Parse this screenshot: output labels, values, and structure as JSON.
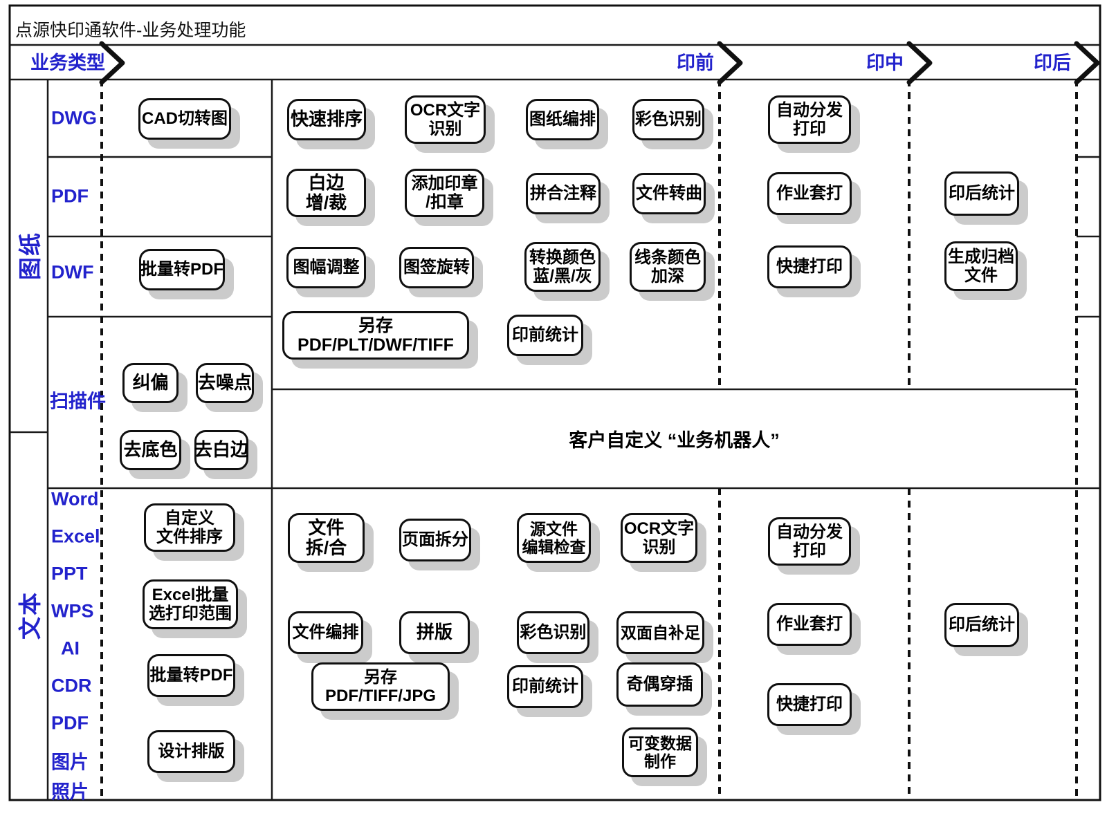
{
  "title": "点源快印通软件-业务处理功能",
  "header": {
    "business_type": "业务类型",
    "stages": [
      {
        "id": "prepress",
        "label": "印前"
      },
      {
        "id": "inpress",
        "label": "印中"
      },
      {
        "id": "postpress",
        "label": "印后"
      }
    ]
  },
  "groups": [
    {
      "id": "drawing",
      "label": "图纸"
    },
    {
      "id": "text",
      "label": "文本"
    }
  ],
  "rows": {
    "drawing": [
      {
        "id": "dwg",
        "label": "DWG"
      },
      {
        "id": "pdf",
        "label": "PDF"
      },
      {
        "id": "dwf",
        "label": "DWF"
      },
      {
        "id": "scan",
        "label": "扫描件"
      }
    ],
    "text": [
      {
        "id": "word",
        "label": "Word"
      },
      {
        "id": "excel",
        "label": "Excel"
      },
      {
        "id": "ppt",
        "label": "PPT"
      },
      {
        "id": "wps",
        "label": "WPS"
      },
      {
        "id": "ai",
        "label": "AI"
      },
      {
        "id": "cdr",
        "label": "CDR"
      },
      {
        "id": "pdf2",
        "label": "PDF"
      },
      {
        "id": "image",
        "label": "图片"
      },
      {
        "id": "photo",
        "label": "照片"
      }
    ]
  },
  "robot_note": "客户自定义 “业务机器人”",
  "colors": {
    "accent_blue": "#2222CC",
    "shadow_gray": "#cbcbcb",
    "line_black": "#101010"
  },
  "boxes": [
    {
      "id": "cad-cut-convert",
      "label": "CAD切转图"
    },
    {
      "id": "batch-to-pdf-drawing",
      "label": "批量转PDF"
    },
    {
      "id": "deskew",
      "label": "纠偏"
    },
    {
      "id": "denoise",
      "label": "去噪点"
    },
    {
      "id": "remove-background",
      "label": "去底色"
    },
    {
      "id": "remove-white-edge",
      "label": "去白边"
    },
    {
      "id": "quick-sort",
      "label": "快速排序"
    },
    {
      "id": "ocr-drawing",
      "label": "OCR文字\n识别"
    },
    {
      "id": "drawing-arrange",
      "label": "图纸编排"
    },
    {
      "id": "color-detect-drawing",
      "label": "彩色识别"
    },
    {
      "id": "white-edge-adjust",
      "label": "白边\n增/裁"
    },
    {
      "id": "add-stamp",
      "label": "添加印章\n/扣章"
    },
    {
      "id": "merge-annotation",
      "label": "拼合注释"
    },
    {
      "id": "file-to-curve",
      "label": "文件转曲"
    },
    {
      "id": "sheet-adjust",
      "label": "图幅调整"
    },
    {
      "id": "titleblock-rotate",
      "label": "图签旋转"
    },
    {
      "id": "convert-color",
      "label": "转换颜色\n蓝/黑/灰"
    },
    {
      "id": "line-color-darken",
      "label": "线条颜色\n加深"
    },
    {
      "id": "save-as-drawing",
      "label": "另存\nPDF/PLT/DWF/TIFF"
    },
    {
      "id": "prepress-stats-top",
      "label": "印前统计"
    },
    {
      "id": "auto-dispatch-top",
      "label": "自动分发\n打印"
    },
    {
      "id": "job-overlay-top",
      "label": "作业套打"
    },
    {
      "id": "quick-print-top",
      "label": "快捷打印"
    },
    {
      "id": "postpress-stats-top",
      "label": "印后统计"
    },
    {
      "id": "archive-file",
      "label": "生成归档\n文件"
    },
    {
      "id": "custom-file-sort",
      "label": "自定义\n文件排序"
    },
    {
      "id": "excel-batch-range",
      "label": "Excel批量\n选打印范围"
    },
    {
      "id": "batch-to-pdf-text",
      "label": "批量转PDF"
    },
    {
      "id": "design-layout",
      "label": "设计排版"
    },
    {
      "id": "file-split-merge",
      "label": "文件\n拆/合"
    },
    {
      "id": "page-split",
      "label": "页面拆分"
    },
    {
      "id": "source-edit-check",
      "label": "源文件\n编辑检查"
    },
    {
      "id": "ocr-text",
      "label": "OCR文字\n识别"
    },
    {
      "id": "file-arrange",
      "label": "文件编排"
    },
    {
      "id": "imposition",
      "label": "拼版"
    },
    {
      "id": "color-detect-text",
      "label": "彩色识别"
    },
    {
      "id": "duplex-self-fill",
      "label": "双面自补足"
    },
    {
      "id": "save-as-text",
      "label": "另存\nPDF/TIFF/JPG"
    },
    {
      "id": "prepress-stats-bottom",
      "label": "印前统计"
    },
    {
      "id": "odd-even-interleave",
      "label": "奇偶穿插"
    },
    {
      "id": "variable-data",
      "label": "可变数据\n制作"
    },
    {
      "id": "auto-dispatch-bottom",
      "label": "自动分发\n打印"
    },
    {
      "id": "job-overlay-bottom",
      "label": "作业套打"
    },
    {
      "id": "quick-print-bottom",
      "label": "快捷打印"
    },
    {
      "id": "postpress-stats-bottom",
      "label": "印后统计"
    }
  ]
}
